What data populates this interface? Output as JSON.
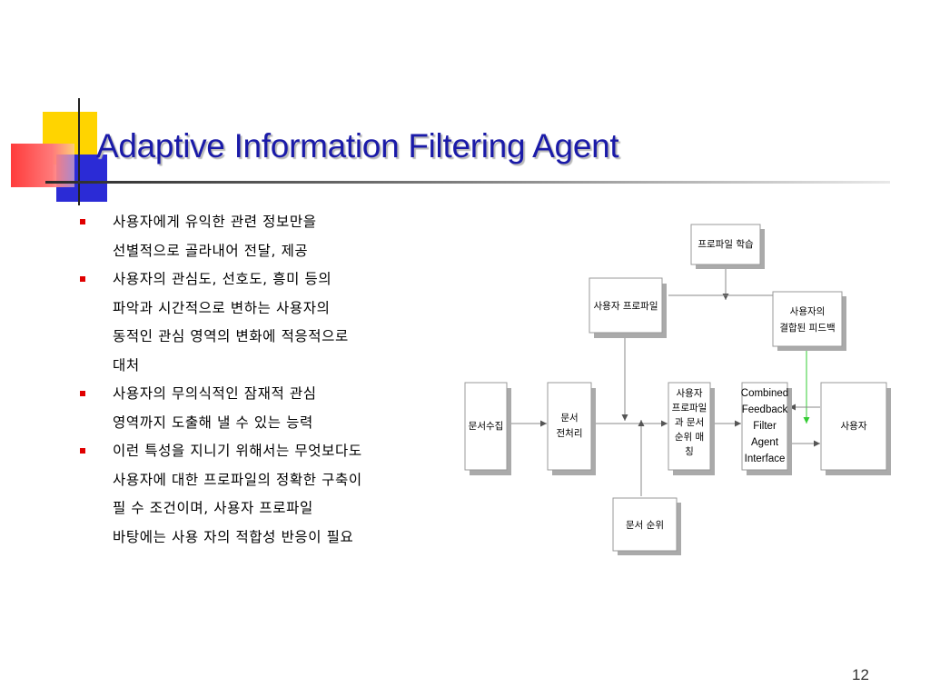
{
  "slide": {
    "title": "Adaptive Information Filtering Agent",
    "page_number": "12",
    "accent_colors": {
      "title": "#1a1aa8",
      "bullet": "#e00000",
      "yellow": "#ffd400",
      "red": "#ff3b3b",
      "blue": "#2b2bd6"
    }
  },
  "bullets": [
    {
      "lines": [
        "사용자에게 유익한 관련 정보만을",
        "선별적으로 골라내어 전달, 제공"
      ]
    },
    {
      "lines": [
        "사용자의 관심도,  선호도, 흥미 등의",
        "파악과 시간적으로 변하는 사용자의",
        "동적인 관심 영역의 변화에  적응적으로",
        "대처"
      ]
    },
    {
      "lines": [
        "사용자의 무의식적인 잠재적 관심",
        "영역까지 도출해 낼 수 있는 능력"
      ]
    },
    {
      "lines": [
        "이런 특성을  지니기 위해서는 무엇보다도",
        "사용자에 대한 프로파일의 정확한 구축이",
        "필 수 조건이며, 사용자 프로파일",
        "바탕에는 사용 자의 적합성 반응이 필요"
      ]
    }
  ],
  "diagram": {
    "boxes": {
      "profile_learning": {
        "lines": [
          "프로파일 학습"
        ]
      },
      "user_profile": {
        "lines": [
          "사용자 프로파일"
        ]
      },
      "combined_feedback": {
        "lines": [
          "사용자의",
          "결합된 피드백"
        ]
      },
      "doc_collect": {
        "lines": [
          "문서수집"
        ]
      },
      "doc_preprocess": {
        "lines": [
          "문서",
          "전처리"
        ]
      },
      "profile_match": {
        "lines": [
          "사용자",
          "프로파일",
          "과 문서",
          "순위 매",
          "칭"
        ]
      },
      "filter_agent": {
        "lines": [
          "Combined",
          "Feedback",
          "Filter",
          "Agent",
          "Interface"
        ]
      },
      "user": {
        "lines": [
          "사용자"
        ]
      },
      "doc_rank": {
        "lines": [
          "문서 순위"
        ]
      }
    }
  }
}
